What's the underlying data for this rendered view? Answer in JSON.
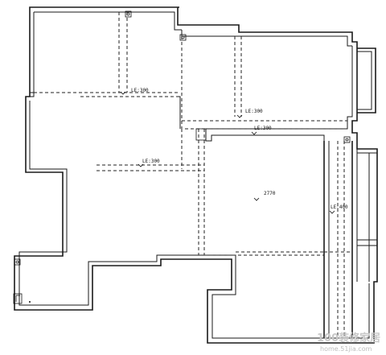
{
  "labels": {
    "top_left_room": "LE:300",
    "top_right_room": "LE:300",
    "corridor": "LE:300",
    "left_mid": "LE:300",
    "center": "2770",
    "right_strip": "LE:400"
  },
  "watermark": {
    "main": "100装修家居",
    "url": "home.51jia.com"
  },
  "icons": [
    "ceiling-light-icon",
    "electric-box-icon"
  ]
}
